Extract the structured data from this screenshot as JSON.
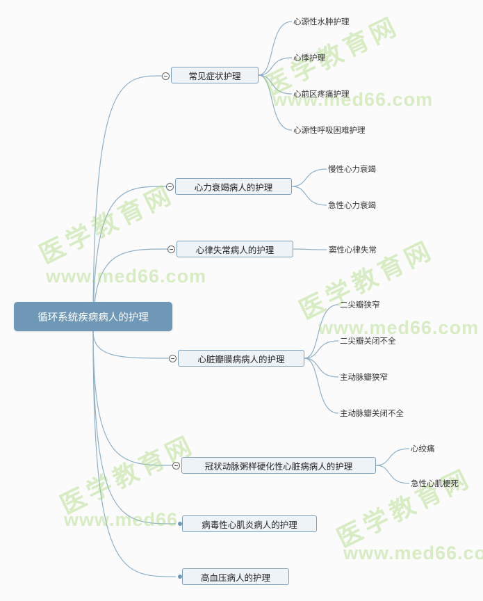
{
  "root": {
    "label": "循环系统疾病病人的护理"
  },
  "branches": [
    {
      "id": "b1",
      "label": "常见症状护理",
      "leaves": [
        "心源性水肿护理",
        "心悸护理",
        "心前区疼痛护理",
        "心源性呼吸困难护理"
      ]
    },
    {
      "id": "b2",
      "label": "心力衰竭病人的护理",
      "leaves": [
        "慢性心力衰竭",
        "急性心力衰竭"
      ]
    },
    {
      "id": "b3",
      "label": "心律失常病人的护理",
      "leaves": [
        "窦性心律失常"
      ]
    },
    {
      "id": "b4",
      "label": "心脏瓣膜病病人的护理",
      "leaves": [
        "二尖瓣狭窄",
        "二尖瓣关闭不全",
        "主动脉瓣狭窄",
        "主动脉瓣关闭不全"
      ]
    },
    {
      "id": "b5",
      "label": "冠状动脉粥样硬化性心脏病病人的护理",
      "leaves": [
        "心绞痛",
        "急性心肌梗死"
      ]
    },
    {
      "id": "b6",
      "label": "病毒性心肌炎病人的护理",
      "leaves": []
    },
    {
      "id": "b7",
      "label": "高血压病人的护理",
      "leaves": []
    }
  ],
  "watermark": {
    "cn": "医学教育网",
    "url": "www.med66.com"
  },
  "colors": {
    "root_fill": "#6f97b6",
    "node_fill": "#eef3f8",
    "node_border": "#7d9fbc",
    "connector": "#8fb0c8",
    "watermark": "#a6d676"
  }
}
